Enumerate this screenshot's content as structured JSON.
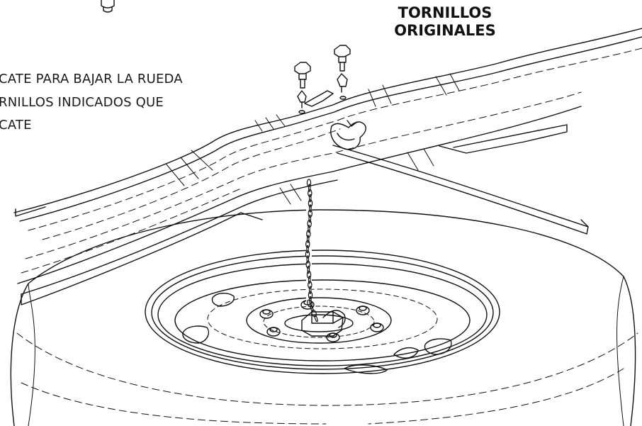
{
  "instructions": {
    "line_1": "CATE PARA BAJAR LA RUEDA",
    "line_2": "RNILLOS INDICADOS QUE",
    "line_3": "CATE"
  },
  "callout": {
    "line_1": "TORNILLOS",
    "line_2": "ORIGINALES"
  },
  "colors": {
    "ink": "#111111",
    "paper": "#ffffff"
  },
  "icons": [
    "bolt-icon",
    "tie-down-clip-icon",
    "winch-hook-icon",
    "chain-icon"
  ]
}
